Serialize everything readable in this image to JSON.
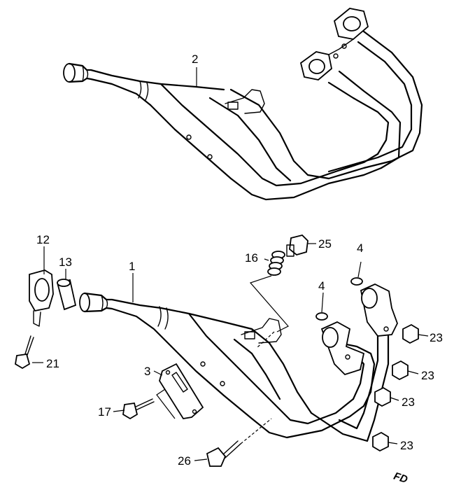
{
  "callouts": {
    "c2": "2",
    "c12": "12",
    "c13": "13",
    "c1": "1",
    "c16": "16",
    "c25": "25",
    "c4a": "4",
    "c4b": "4",
    "c23a": "23",
    "c23b": "23",
    "c23c": "23",
    "c23d": "23",
    "c3": "3",
    "c21": "21",
    "c17": "17",
    "c26": "26"
  },
  "corner_code": "FD"
}
